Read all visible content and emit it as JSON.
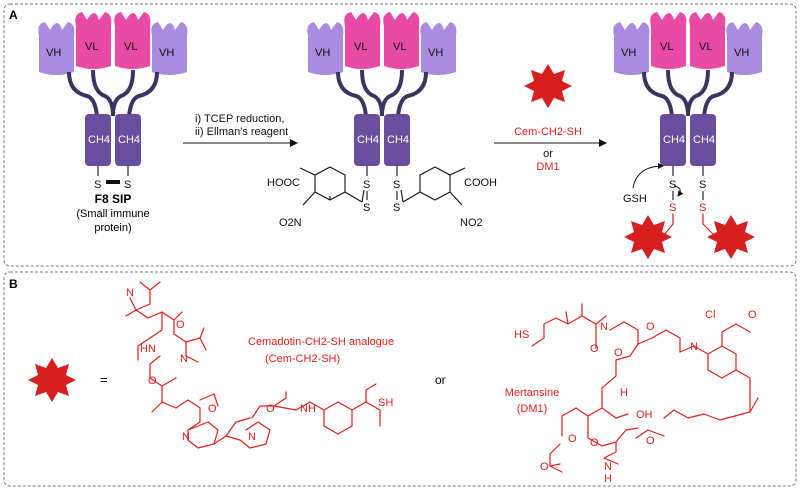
{
  "panels": {
    "a_label": "A",
    "b_label": "B"
  },
  "antibody": {
    "vh": "VH",
    "vl": "VL",
    "ch": "CH4",
    "s": "S"
  },
  "starting_material": {
    "name": "F8 SIP",
    "desc_line1": "(Small immune",
    "desc_line2": "protein)"
  },
  "step1": {
    "line1": "i) TCEP reduction,",
    "line2": "ii) Ellman's reagent"
  },
  "step2": {
    "reagent1": "Cem-CH2-SH",
    "or": "or",
    "reagent2": "DM1"
  },
  "ellman": {
    "cooh_left": "HOOC",
    "cooh_right": "COOH",
    "no2_left": "O2N",
    "no2_right": "NO2"
  },
  "product": {
    "gsh": "GSH"
  },
  "legend": {
    "equals": "=",
    "or": "or",
    "cem_name_line1": "Cemadotin-CH2-SH analogue",
    "cem_name_line2": "(Cem-CH2-SH)",
    "dm1_name_line1": "Mertansine",
    "dm1_name_line2": "(DM1)"
  },
  "cem_structure": {
    "n": "N",
    "o": "O",
    "nh": "NH",
    "hn": "HN",
    "sh": "SH"
  },
  "dm1_structure": {
    "hs": "HS",
    "n": "N",
    "o": "O",
    "cl": "Cl",
    "h": "H",
    "oh": "OH",
    "nh": "N",
    "hn": "H"
  },
  "colors": {
    "vh": "#a98be0",
    "vl": "#e84aa5",
    "ch": "#6a4e9e",
    "red": "#e0201c",
    "star": "#d61f1f"
  }
}
